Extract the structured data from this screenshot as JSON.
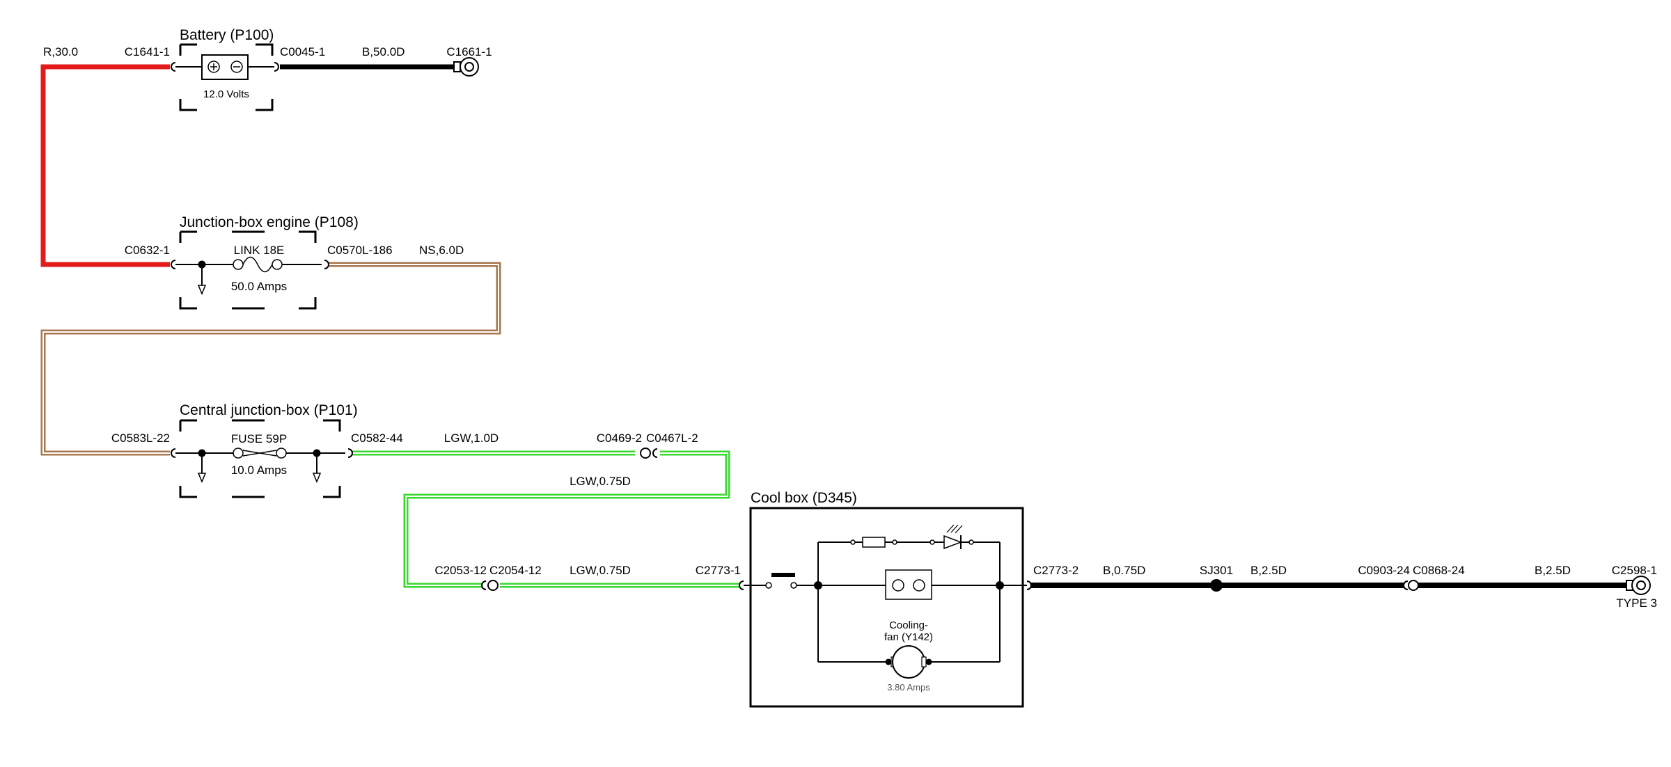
{
  "components": {
    "battery": {
      "title": "Battery (P100)",
      "voltage": "12.0 Volts",
      "plus": "⊕",
      "minus": "⊖"
    },
    "junction_engine": {
      "title": "Junction-box engine (P108)",
      "fuse": "LINK 18E",
      "rating": "50.0 Amps"
    },
    "central_junction": {
      "title": "Central junction-box (P101)",
      "fuse": "FUSE 59P",
      "rating": "10.0 Amps"
    },
    "cool_box": {
      "title": "Cool box (D345)",
      "fan_line1": "Cooling-",
      "fan_line2": "fan (Y142)",
      "fan_rating": "3.80 Amps"
    }
  },
  "connectors": {
    "c1641": "C1641-1",
    "c0045": "C0045-1",
    "c1661": "C1661-1",
    "c0632": "C0632-1",
    "c0570": "C0570L-186",
    "c0583": "C0583L-22",
    "c0582": "C0582-44",
    "c0469": "C0469-2",
    "c0467": "C0467L-2",
    "c2053": "C2053-12",
    "c2054": "C2054-12",
    "c2773_1": "C2773-1",
    "c2773_2": "C2773-2",
    "sj301": "SJ301",
    "c0903": "C0903-24",
    "c0868": "C0868-24",
    "c2598": "C2598-1",
    "c2598_type": "TYPE 3"
  },
  "wires": {
    "r30": "R,30.0",
    "b50": "B,50.0D",
    "ns6": "NS,6.0D",
    "lgw1": "LGW,1.0D",
    "lgw075_a": "LGW,0.75D",
    "lgw075_b": "LGW,0.75D",
    "b075": "B,0.75D",
    "b25_a": "B,2.5D",
    "b25_b": "B,2.5D"
  },
  "colors": {
    "red_wire": "#e31b1b",
    "black_wire": "#000000",
    "brown_wire": "#a8774e",
    "green_wire": "#39d82f"
  }
}
